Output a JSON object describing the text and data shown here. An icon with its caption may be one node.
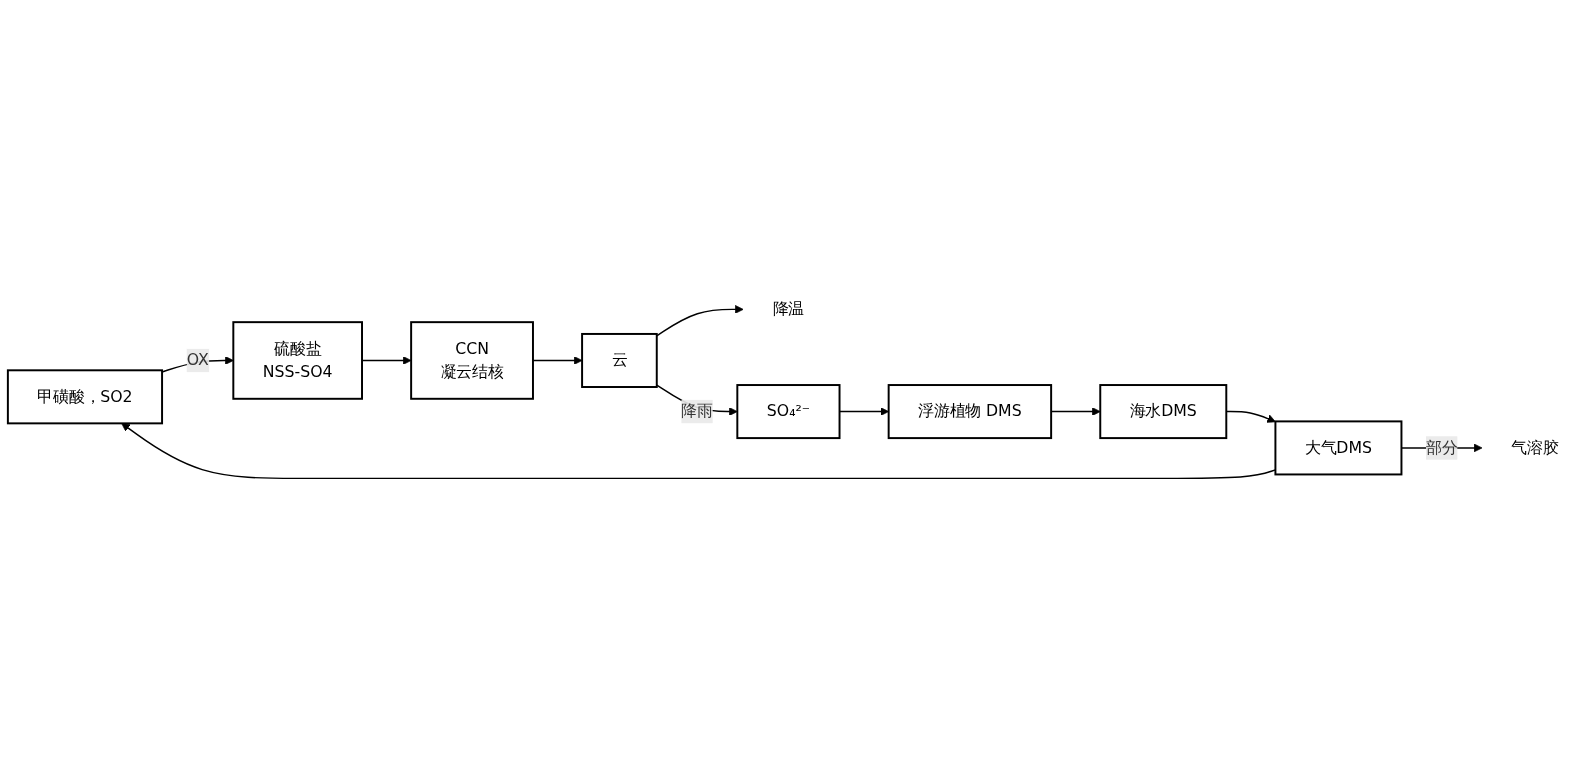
{
  "diagram": {
    "nodes": [
      {
        "text": [
          "甲磺酸，SO2"
        ]
      },
      {
        "text": [
          "硫酸盐",
          "NSS-SO4"
        ]
      },
      {
        "text": [
          "CCN",
          "凝云结核"
        ]
      },
      {
        "text": [
          "云"
        ]
      },
      {
        "text": [
          "降温"
        ]
      },
      {
        "text": [
          "气溶胶"
        ]
      },
      {
        "text": [
          "大气DMS"
        ]
      },
      {
        "text": [
          "SO₄²⁻"
        ]
      },
      {
        "text": [
          "海水DMS"
        ]
      },
      {
        "text": [
          "浮游植物 DMS"
        ]
      }
    ],
    "edges": [
      {
        "from": 0,
        "to": 1,
        "arrow": "to",
        "label": "OX"
      },
      {
        "from": 1,
        "to": 2,
        "arrow": "to"
      },
      {
        "from": 2,
        "to": 3,
        "arrow": "to"
      },
      {
        "from": 3,
        "to": 4,
        "arrow": "to"
      },
      {
        "from": 3,
        "to": 7,
        "arrow": "to",
        "label": "降雨"
      },
      {
        "from": 6,
        "to": 0,
        "arrow": "to"
      },
      {
        "from": 6,
        "to": 5,
        "arrow": "to",
        "label": "部分"
      },
      {
        "from": 8,
        "to": 6,
        "arrow": "to"
      },
      {
        "from": 7,
        "to": 9,
        "arrow": "to"
      },
      {
        "from": 9,
        "to": 8,
        "arrow": "to"
      }
    ]
  }
}
